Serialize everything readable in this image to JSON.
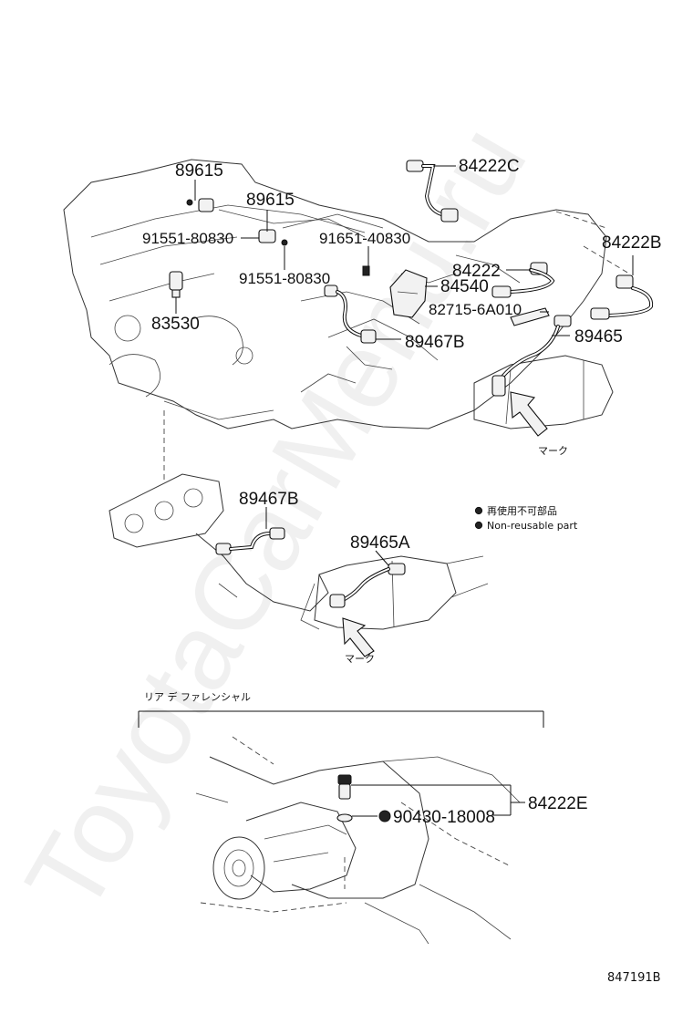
{
  "watermark": "ToyotaCarMenu.ru",
  "parts": {
    "p89615a": "89615",
    "p89615b": "89615",
    "p91551a": "91551-80830",
    "p91551b": "91551-80830",
    "p91651": "91651-40830",
    "p83530": "83530",
    "p84222C": "84222C",
    "p84222B": "84222B",
    "p84222": "84222",
    "p84540": "84540",
    "p82715": "82715-6A010",
    "p89465": "89465",
    "p89467Ba": "89467B",
    "p89467Bb": "89467B",
    "p89465A": "89465A",
    "p84222E": "84222E",
    "p90430": "90430-18008"
  },
  "marks": {
    "mark_upper": "マーク",
    "mark_lower": "マーク"
  },
  "legend": {
    "jp": "再使用不可部品",
    "en": "Non-reusable part"
  },
  "section": {
    "rear_diff": "リア デ ファレンシャル"
  },
  "figure_id": "847191B"
}
